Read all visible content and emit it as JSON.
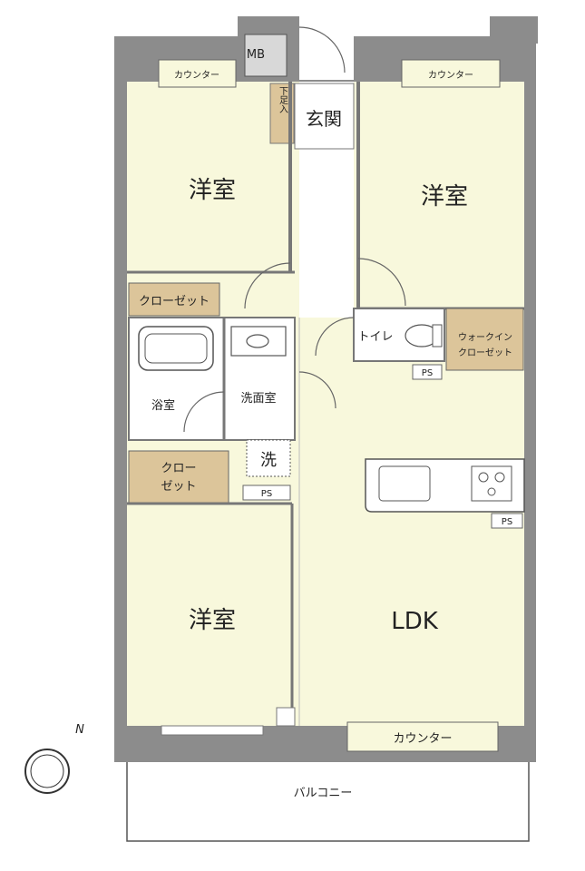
{
  "labels": {
    "mb": "MB",
    "genkan": "玄関",
    "shitabako": "下足入",
    "counter_tl": "カウンター",
    "counter_tr": "カウンター",
    "counter_bottom": "カウンター",
    "youshitsu_tl": "洋室",
    "youshitsu_tr": "洋室",
    "youshitsu_bl": "洋室",
    "closet_top": "クローゼット",
    "closet_mid_1": "クロー",
    "closet_mid_2": "ゼット",
    "bath": "浴室",
    "washroom": "洗面室",
    "washer": "洗",
    "toilet": "トイレ",
    "wic_1": "ウォークイン",
    "wic_2": "クローゼット",
    "ps_1": "PS",
    "ps_2": "PS",
    "ps_3": "PS",
    "ldk": "LDK",
    "balcony": "バルコニー",
    "north": "N"
  },
  "colors": {
    "floor": "#f8f8dc",
    "wall": "#8c8c8c",
    "closet": "#dcc59a",
    "white": "#ffffff"
  }
}
